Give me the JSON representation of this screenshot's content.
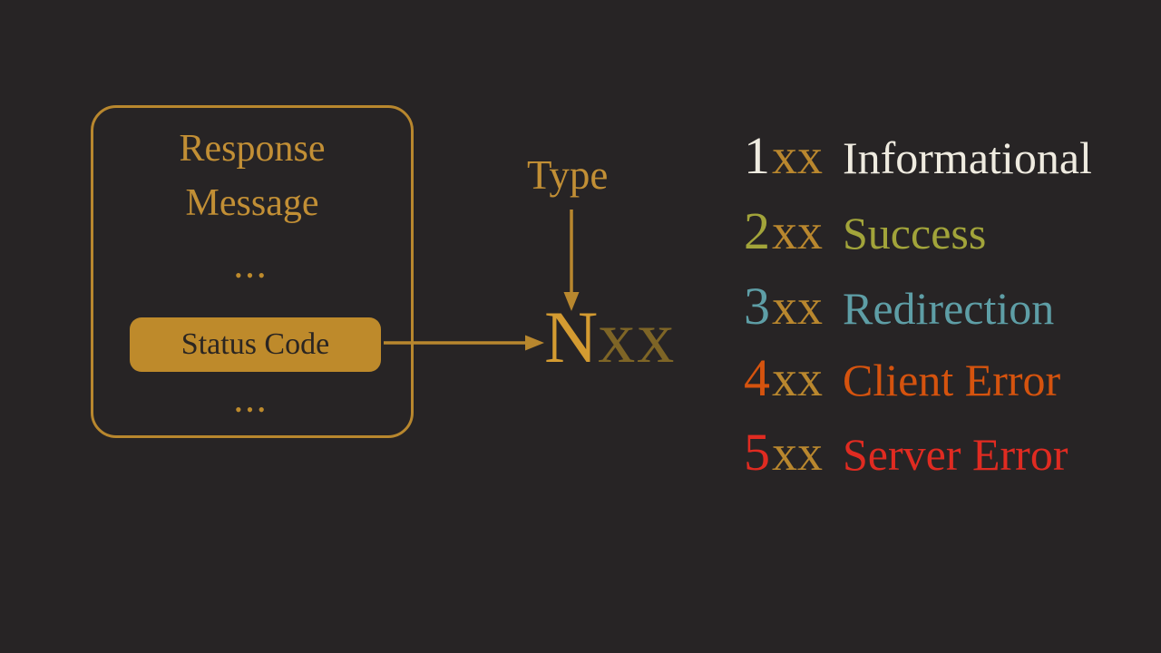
{
  "scene": {
    "background": "#272425",
    "accent_gold": "#BE8A2C",
    "arrow_color": "#B8872E"
  },
  "response_box": {
    "title_line1": "Response",
    "title_line2": "Message",
    "ellipsis_top": "•••",
    "status_pill": "Status Code",
    "ellipsis_bottom": "•••",
    "pill_fill": "#BE8A2B",
    "pill_text_color": "#2A2522"
  },
  "type_annotation": {
    "label": "Type"
  },
  "code_pattern": {
    "prefix": "N",
    "suffix": "xx",
    "prefix_color": "#D49B31",
    "suffix_color": "#7E6526"
  },
  "legend": {
    "rows": [
      {
        "digit": "1",
        "suffix": "xx",
        "label": "Informational",
        "color": "#EFEBE0"
      },
      {
        "digit": "2",
        "suffix": "xx",
        "label": "Success",
        "color": "#A2A43A"
      },
      {
        "digit": "3",
        "suffix": "xx",
        "label": "Redirection",
        "color": "#5E9EA6"
      },
      {
        "digit": "4",
        "suffix": "xx",
        "label": "Client Error",
        "color": "#D5530E"
      },
      {
        "digit": "5",
        "suffix": "xx",
        "label": "Server Error",
        "color": "#E02B21"
      }
    ],
    "xx_color": "#B9872E"
  }
}
